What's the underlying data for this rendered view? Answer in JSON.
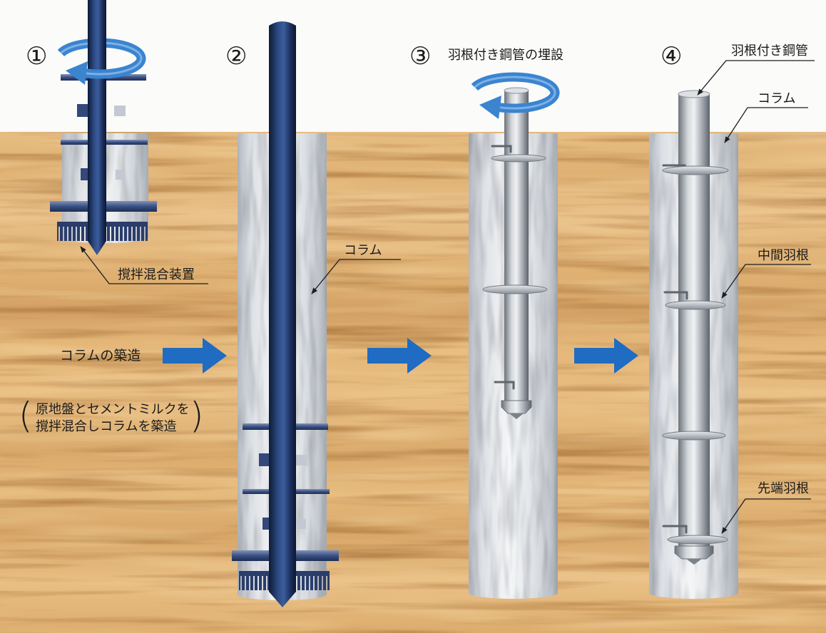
{
  "steps": {
    "step1": {
      "number": "①",
      "device_label": "撹拌混合装置"
    },
    "step2": {
      "number": "②",
      "column_label": "コラム"
    },
    "step3": {
      "number": "③",
      "title": "羽根付き鋼管の埋設"
    },
    "step4": {
      "number": "④",
      "pipe_label": "羽根付き鋼管",
      "column_label": "コラム",
      "middle_wing_label": "中間羽根",
      "tip_wing_label": "先端羽根"
    }
  },
  "caption": {
    "title": "コラムの築造",
    "open_paren": "(",
    "lines": [
      "原地盤とセメントミルクを",
      "撹拌混合しコラムを築造"
    ],
    "close_paren": ")"
  },
  "colors": {
    "flow_arrow": "#1f6cc2",
    "rotation_arrow": "#3a84d0"
  }
}
